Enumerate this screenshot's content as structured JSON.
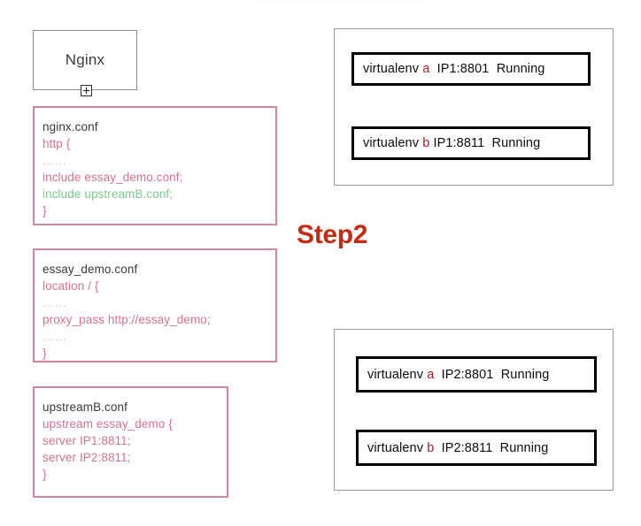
{
  "diagram": {
    "step_label": "Step2",
    "colors": {
      "step_red": "#c42b13",
      "conf_border_pink": "#d4869f",
      "conf_text_pink": "#d9738c",
      "conf_text_green": "#7fc98a",
      "env_letter_red": "#a81f22",
      "panel_border_gray": "#9a9a9a",
      "node_border_gray": "#8a8a8a"
    }
  },
  "nginx_node": {
    "label": "Nginx",
    "toggle_icon": "plus-icon"
  },
  "config_files": [
    {
      "id": "nginx-conf",
      "title": "nginx.conf",
      "lines": [
        {
          "text": "http {",
          "style": "pink"
        },
        {
          "text": "……",
          "style": "dots"
        },
        {
          "text": "include essay_demo.conf;",
          "style": "pink"
        },
        {
          "text": "include upstreamB.conf;",
          "style": "green"
        },
        {
          "text": "}",
          "style": "pink"
        }
      ]
    },
    {
      "id": "essay-demo-conf",
      "title": "essay_demo.conf",
      "lines": [
        {
          "text": "location / {",
          "style": "pink"
        },
        {
          "text": "……",
          "style": "dots"
        },
        {
          "text": "proxy_pass http://essay_demo;",
          "style": "pink"
        },
        {
          "text": "……",
          "style": "dots"
        },
        {
          "text": "}",
          "style": "pink"
        }
      ]
    },
    {
      "id": "upstreamb-conf",
      "title": "upstreamB.conf",
      "lines": [
        {
          "text": "upstream essay_demo {",
          "style": "pink"
        },
        {
          "text": "server IP1:8811;",
          "style": "pink"
        },
        {
          "text": "server IP2:8811;",
          "style": "pink"
        },
        {
          "text": "}",
          "style": "pink"
        }
      ]
    }
  ],
  "server_panels": [
    {
      "id": "panel-ip1",
      "environments": [
        {
          "prefix": "virtualenv ",
          "letter": "a",
          "address": "  IP1:8801",
          "status": "  Running"
        },
        {
          "prefix": "virtualenv ",
          "letter": "b",
          "address": " IP1:8811",
          "status": "  Running"
        }
      ]
    },
    {
      "id": "panel-ip2",
      "environments": [
        {
          "prefix": "virtualenv ",
          "letter": "a",
          "address": "  IP2:8801",
          "status": "  Running"
        },
        {
          "prefix": "virtualenv ",
          "letter": "b",
          "address": "  IP2:8811",
          "status": "  Running"
        }
      ]
    }
  ]
}
